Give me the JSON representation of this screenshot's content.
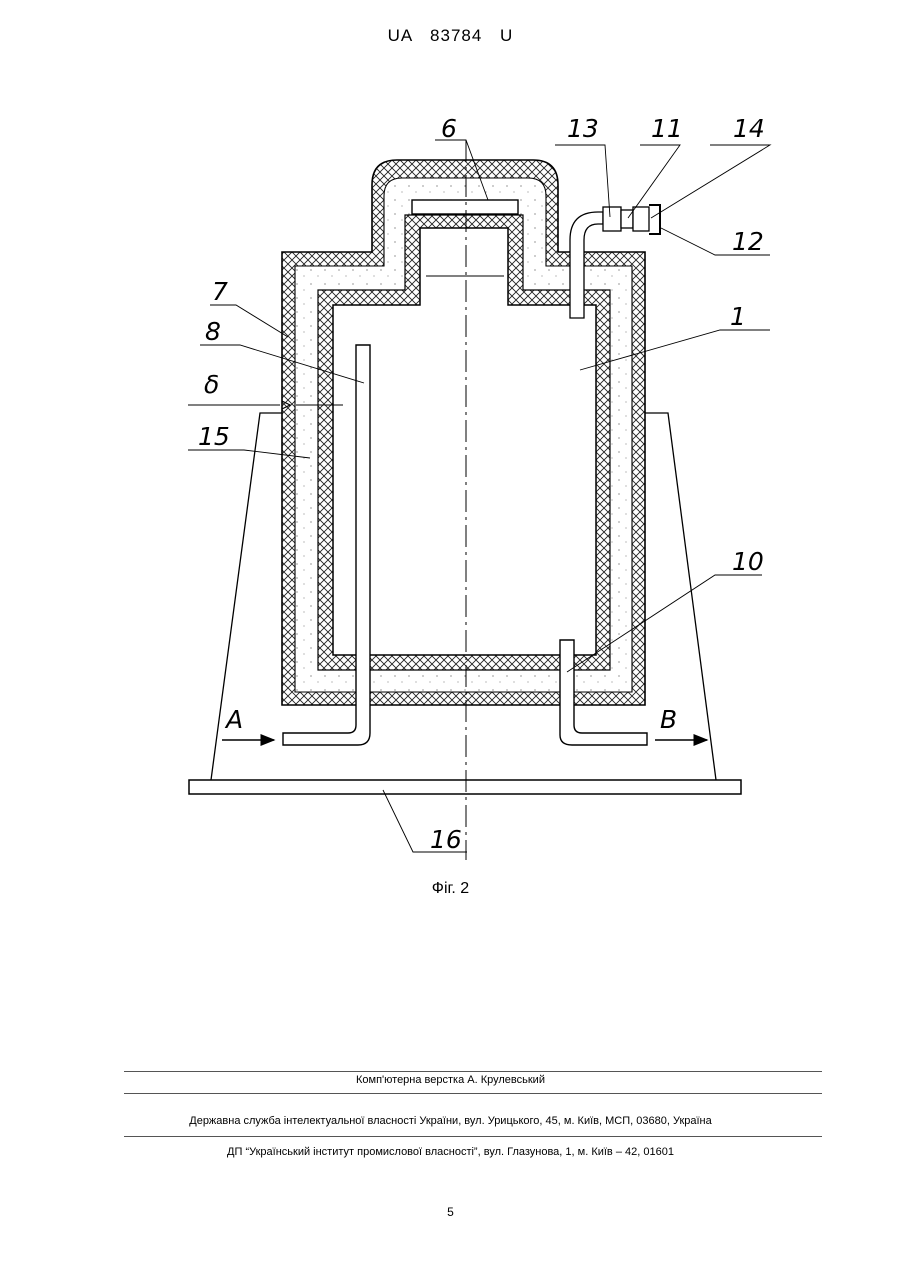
{
  "header": {
    "doc_id": "UA   83784   U"
  },
  "figure": {
    "labels": {
      "l1": "1",
      "l6": "6",
      "l7": "7",
      "l8": "8",
      "l10": "10",
      "l11": "11",
      "l12": "12",
      "l13": "13",
      "l14": "14",
      "l15": "15",
      "l16": "16",
      "delta": "δ",
      "a": "A",
      "b": "B"
    },
    "caption": "Фіг. 2"
  },
  "footer": {
    "typesetting": "Комп'ютерна верстка А. Крулевський",
    "agency": "Державна служба інтелектуальної власності України, вул. Урицького, 45, м. Київ, МСП, 03680, Україна",
    "institute": "ДП “Український інститут промислової власності”, вул. Глазунова, 1, м. Київ – 42, 01601",
    "page": "5"
  }
}
